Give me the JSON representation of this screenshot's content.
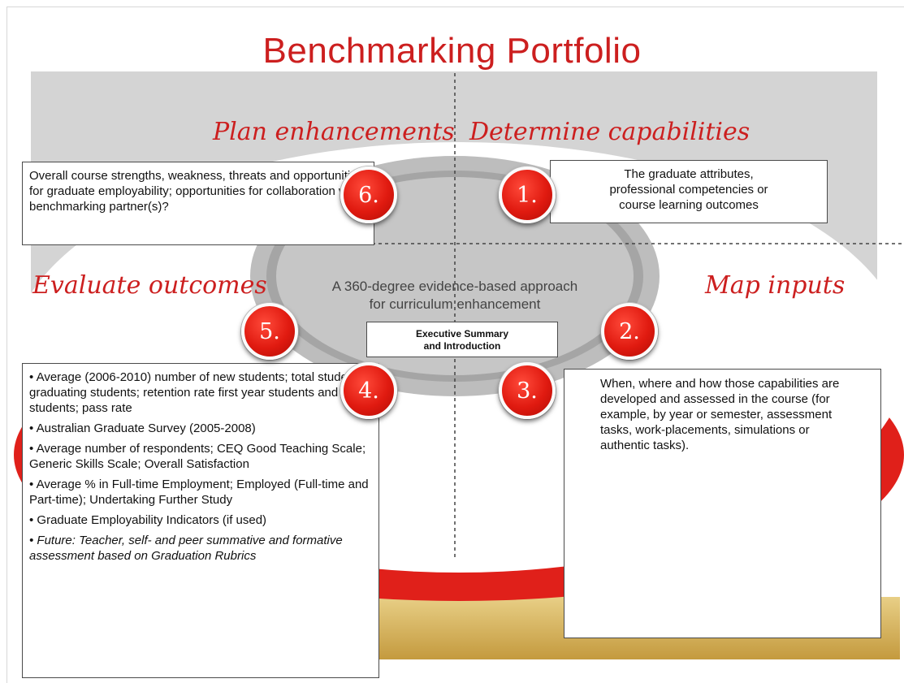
{
  "title": "Benchmarking Portfolio",
  "quadrants": {
    "plan": "Plan enhancements",
    "determine": "Determine capabilities",
    "evaluate": "Evaluate outcomes",
    "map": "Map inputs"
  },
  "center": {
    "line1": "A 360-degree evidence-based approach",
    "line2": "for curriculum enhancement",
    "summary_line1": "Executive Summary",
    "summary_line2": "and Introduction"
  },
  "steps": {
    "s1": "1.",
    "s2": "2.",
    "s3": "3.",
    "s4": "4.",
    "s5": "5.",
    "s6": "6."
  },
  "box6": "Overall course strengths, weakness, threats and opportunities for graduate employability; opportunities for collaboration with benchmarking partner(s)?",
  "box1": {
    "line1": "The graduate attributes,",
    "line2": "professional competencies or",
    "line3": "course learning outcomes"
  },
  "box3": "When, where and how those capabilities are developed and assessed in the course (for example, by year or semester, assessment tasks, work-placements, simulations or authentic tasks).",
  "box4": {
    "items": [
      "• Average (2006-2010) number of new students; total students; graduating students; retention rate first year students and all students; pass rate",
      "• Australian Graduate Survey (2005-2008)",
      "• Average number of respondents; CEQ Good Teaching Scale; Generic Skills Scale; Overall Satisfaction",
      "• Average % in Full-time Employment; Employed (Full-time and Part-time); Undertaking Further Study",
      "• Graduate Employability Indicators (if used)",
      "• Future: Teacher, self- and peer summative and formative assessment based on Graduation Rubrics"
    ]
  },
  "colors": {
    "accent_red": "#cc1f1f",
    "badge_red": "#e01a10",
    "gray_panel": "#d3d3d3",
    "tan_base": "#d9b86a"
  }
}
